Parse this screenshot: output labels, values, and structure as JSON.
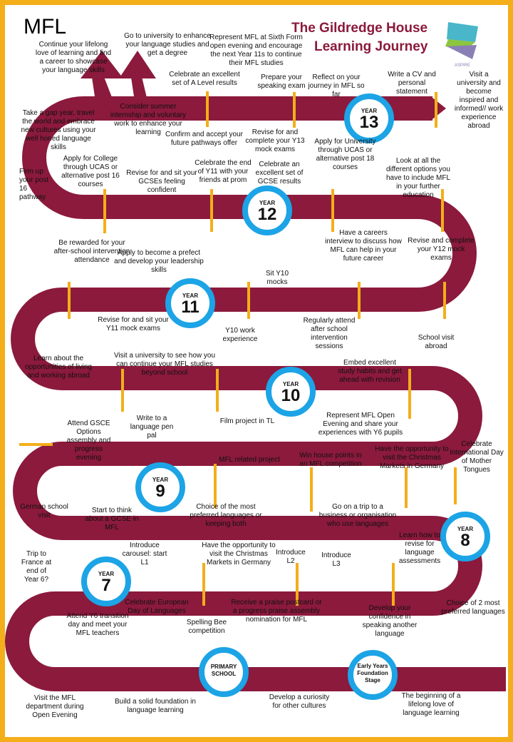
{
  "header": {
    "heading": "MFL",
    "title_line1": "The Gildredge House",
    "title_line2": "Learning Journey",
    "logo_text": "ASPIRE"
  },
  "colors": {
    "frame": "#f3ae1a",
    "road": "#8b1a3c",
    "marker": "#f3ae1a",
    "badge_ring": "#1ca4e6",
    "logo_teal": "#49b6c9",
    "logo_green": "#8cc63f",
    "logo_purple": "#8a80b5"
  },
  "badges": {
    "y13": {
      "label": "YEAR",
      "number": "13"
    },
    "y12": {
      "label": "YEAR",
      "number": "12"
    },
    "y11": {
      "label": "YEAR",
      "number": "11"
    },
    "y10": {
      "label": "YEAR",
      "number": "10"
    },
    "y9": {
      "label": "YEAR",
      "number": "9"
    },
    "y8": {
      "label": "YEAR",
      "number": "8"
    },
    "y7": {
      "label": "YEAR",
      "number": "7"
    },
    "primary": {
      "text": "PRIMARY SCHOOL"
    },
    "eyfs": {
      "text": "Early Years Foundation Stage"
    }
  },
  "milestones": {
    "continue_lifelong": "Continue your lifelong love of learning and find a career to showcase your language skills",
    "go_university": "Go to university to enhance your language studies and get a degree",
    "represent_sixth_form": "Represent MFL at Sixth Form open evening and encourage the next Year 11s to continue their MFL studies",
    "celebrate_alevel": "Celebrate an excellent set of A Level results",
    "prepare_speaking": "Prepare your speaking exam",
    "reflect_journey": "Reflect on your journey in MFL so far",
    "write_cv": "Write a CV and personal statement",
    "visit_university": "Visit a university and become inspired and informed// work experience abroad",
    "gap_year": "Take a gap year, travel the world and embrace new cultures using your well honed language skills",
    "summer_internship": "Consider summer internship and voluntary work to enhance your learning",
    "confirm_pathways": "Confirm and accept your future pathways offer",
    "revise_y13": "Revise for and complete your Y13 mock exams",
    "apply_ucas": "Apply for University through UCAS or alternative post 18 courses",
    "look_options": "Look at all the different options you have to include MFL in your further education",
    "firm_up": "Firm up your post 16 pathway",
    "apply_college": "Apply for College through UCAS or alternative post 16 courses",
    "revise_gcse": "Revise for and sit your GCSEs feeling confident",
    "celebrate_y11_end": "Celebrate the end of Y11 with your friends at prom",
    "celebrate_gcse": "Celebrate an excellent set of GCSE results",
    "careers_interview": "Have a careers interview to discuss how MFL can help in your future career",
    "revise_y12": "Revise and complete your Y12 mock exams",
    "rewarded": "Be rewarded for your after-school intervention attendance",
    "apply_prefect": "Apply to become a prefect and develop your leadership skills",
    "sit_y10_mocks": "Sit Y10 mocks",
    "revise_y11_mocks": "Revise for and sit your Y11 mock exams",
    "y10_work_exp": "Y10 work experience",
    "attend_intervention": "Regularly attend after school intervention sessions",
    "school_visit_abroad": "School visit abroad",
    "learn_opportunities": "Learn about the opportunities of living and working abroad",
    "visit_uni_mfl": "Visit a university to see how you can continue your MFL studies beyond school",
    "embed_habits": "Embed excellent study habits and get ahead with revision",
    "gcse_options": "Attend GSCE Options assembly and progress evening",
    "pen_pal": "Write to a language pen pal",
    "film_project": "Film project in TL",
    "represent_open_evening": "Represent MFL Open Evening and share your experiences with Y6 pupils",
    "mfl_project": "MFL related project",
    "win_house_points": "Win house points in an MFL competition",
    "christmas_y8": "Have the opportunity to visit the Christmas Markets in Germany",
    "mother_tongues": "Celebrate International Day of Mother Tongues",
    "german_visit": "German school visit",
    "start_gcse": "Start to think about a GCSE in MFL",
    "choice_most": "Choice of the most preferred languages or keeping both",
    "business_trip": "Go on a trip to a business or organisation who use languages",
    "revise_assessments": "Learn how to revise for language assessments",
    "trip_france": "Trip to France at end of Year 6?",
    "carousel": "Introduce carousel: start L1",
    "christmas_y7": "Have the opportunity to visit the Christmas Markets in Germany",
    "intro_l2": "Introduce L2",
    "intro_l3": "Introduce L3",
    "choice_two": "Choice of 2 most preferred languages",
    "attend_y6": "Attend Y6 transition day and meet your MFL teachers",
    "european_day": "Celebrate European Day of Languages",
    "spelling_bee": "Spelling Bee competition",
    "praise_postcard": "Receive a praise postcard or a progress praise assembly nomination for MFL",
    "develop_confidence": "Develop your confidence in speaking another language",
    "visit_department": "Visit the MFL department during Open Evening",
    "solid_foundation": "Build a solid foundation in language learning",
    "develop_curiosity": "Develop a curiosity for other cultures",
    "lifelong_beginning": "The beginning of a lifelong love of language learning"
  }
}
